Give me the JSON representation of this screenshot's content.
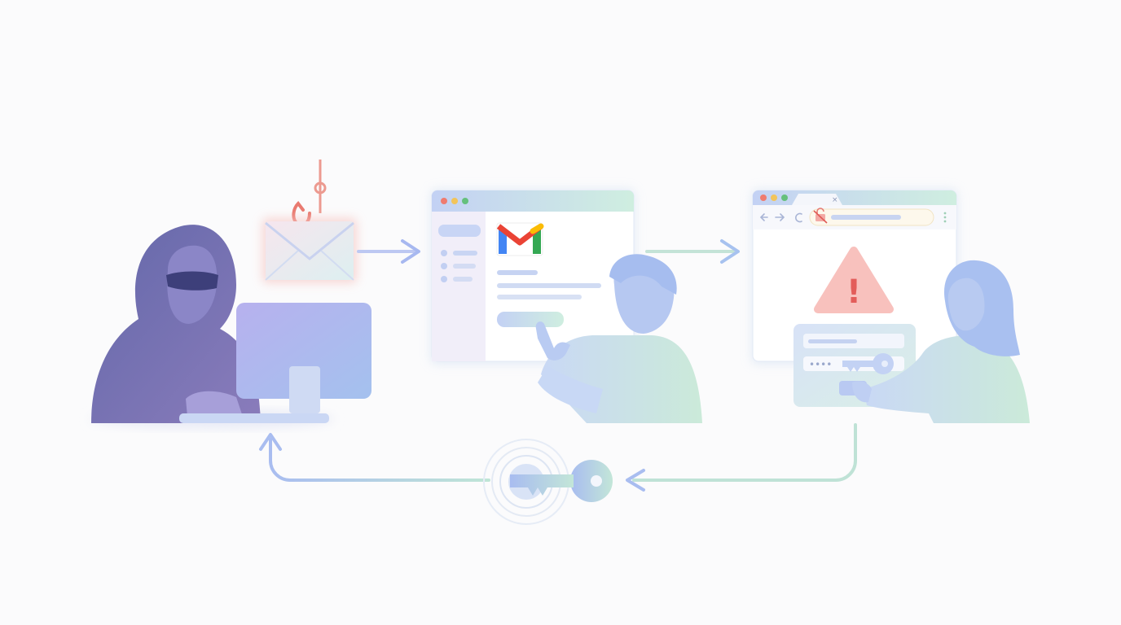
{
  "diagram": {
    "flow": [
      "attacker",
      "phishing-email",
      "email-client",
      "fake-login-page",
      "victim-enters-password",
      "stolen-credential"
    ],
    "colors": {
      "background": "#fbfbfc",
      "attacker_hood": "#6d6fae",
      "attacker_shade": "#8f79b8",
      "monitor": "#a7b6ec",
      "arrow_blue": "#a9bdf0",
      "arrow_green": "#b9e3d3",
      "hook_red": "#ef8a80",
      "warning_red": "#f7b7b3",
      "warning_mark": "#e35d5a",
      "victim_hair": "#a9c0f0",
      "victim_shirt": "#cde9dc",
      "browser_bar": "#c6d6f3",
      "gmail_red": "#ea4335",
      "gmail_yellow": "#fbbc04",
      "gmail_green": "#34a853",
      "gmail_blue": "#4285f4"
    },
    "icons": {
      "attacker": "hooded-hacker-icon",
      "bait": "fishing-hook-icon",
      "email": "envelope-icon",
      "mail_app": "gmail-logo-icon",
      "alert": "warning-triangle-icon",
      "security": "broken-lock-icon",
      "credential": "key-icon"
    },
    "browser": {
      "tab_close": "×",
      "warning_mark": "!",
      "password_mask": "••••"
    }
  }
}
